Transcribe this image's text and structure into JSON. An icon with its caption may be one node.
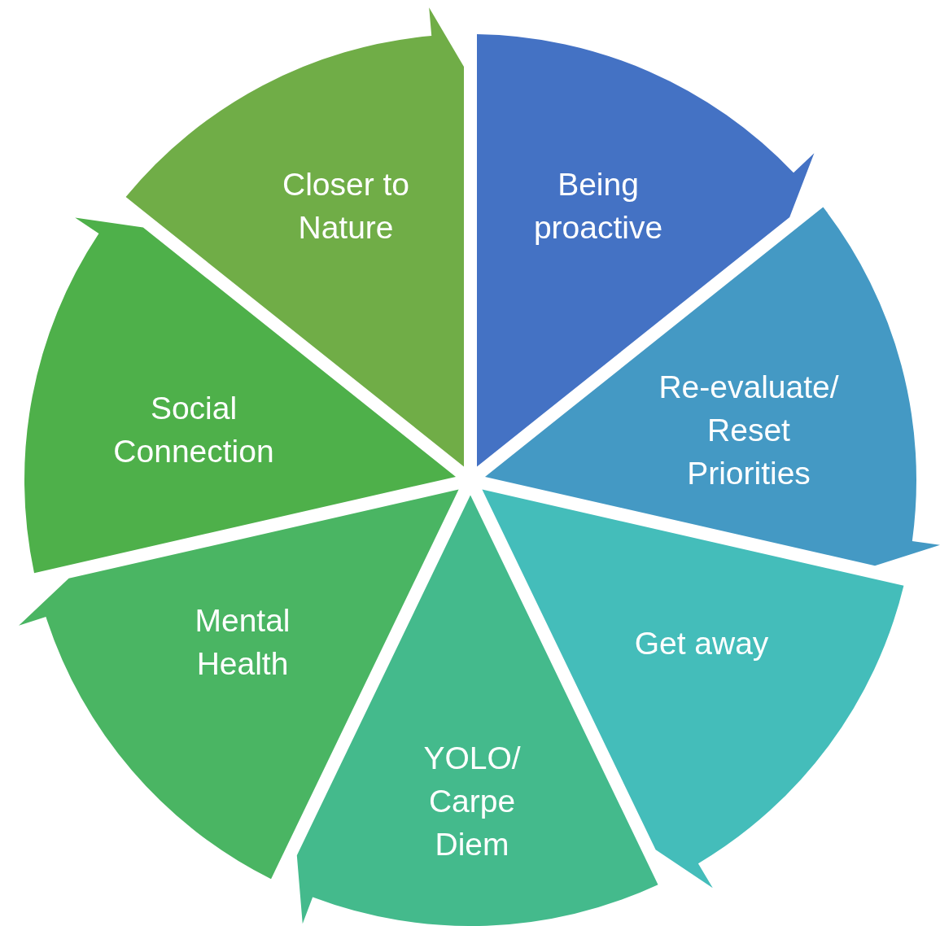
{
  "diagram": {
    "nodes": [
      {
        "text": [
          "Being proactive"
        ]
      },
      {
        "text": [
          "Re-evaluate/ Reset Priorities"
        ]
      },
      {
        "text": [
          "Get away"
        ]
      },
      {
        "text": [
          "YOLO/ Carpe Diem"
        ]
      },
      {
        "text": [
          "Mental Health"
        ]
      },
      {
        "text": [
          "Social Connection"
        ]
      },
      {
        "text": [
          "Closer to Nature"
        ]
      }
    ]
  }
}
